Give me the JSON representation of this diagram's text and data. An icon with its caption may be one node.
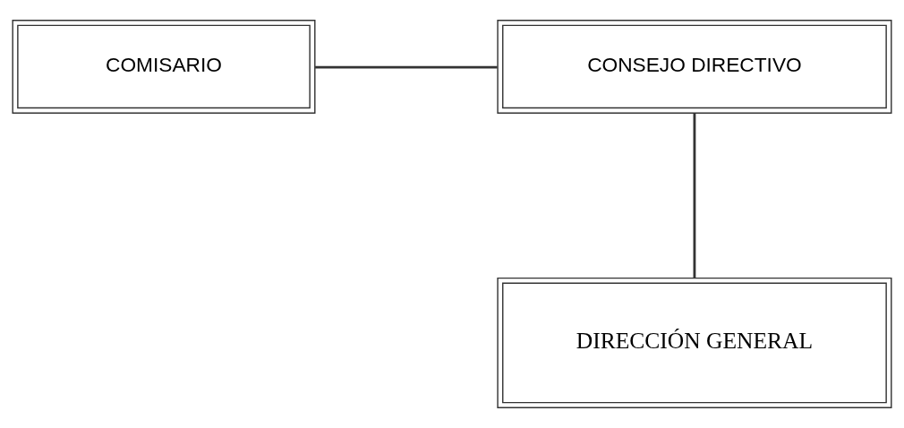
{
  "diagram": {
    "nodes": [
      {
        "text": [
          "COMISARIO"
        ]
      },
      {
        "text": [
          "CONSEJO DIRECTIVO"
        ]
      },
      {
        "text": [
          "DIRECCIÓN GENERAL"
        ]
      }
    ],
    "edges": [
      {
        "from": 0,
        "to": 1,
        "arrow": "none"
      },
      {
        "from": 1,
        "to": 2,
        "arrow": "none"
      }
    ]
  }
}
